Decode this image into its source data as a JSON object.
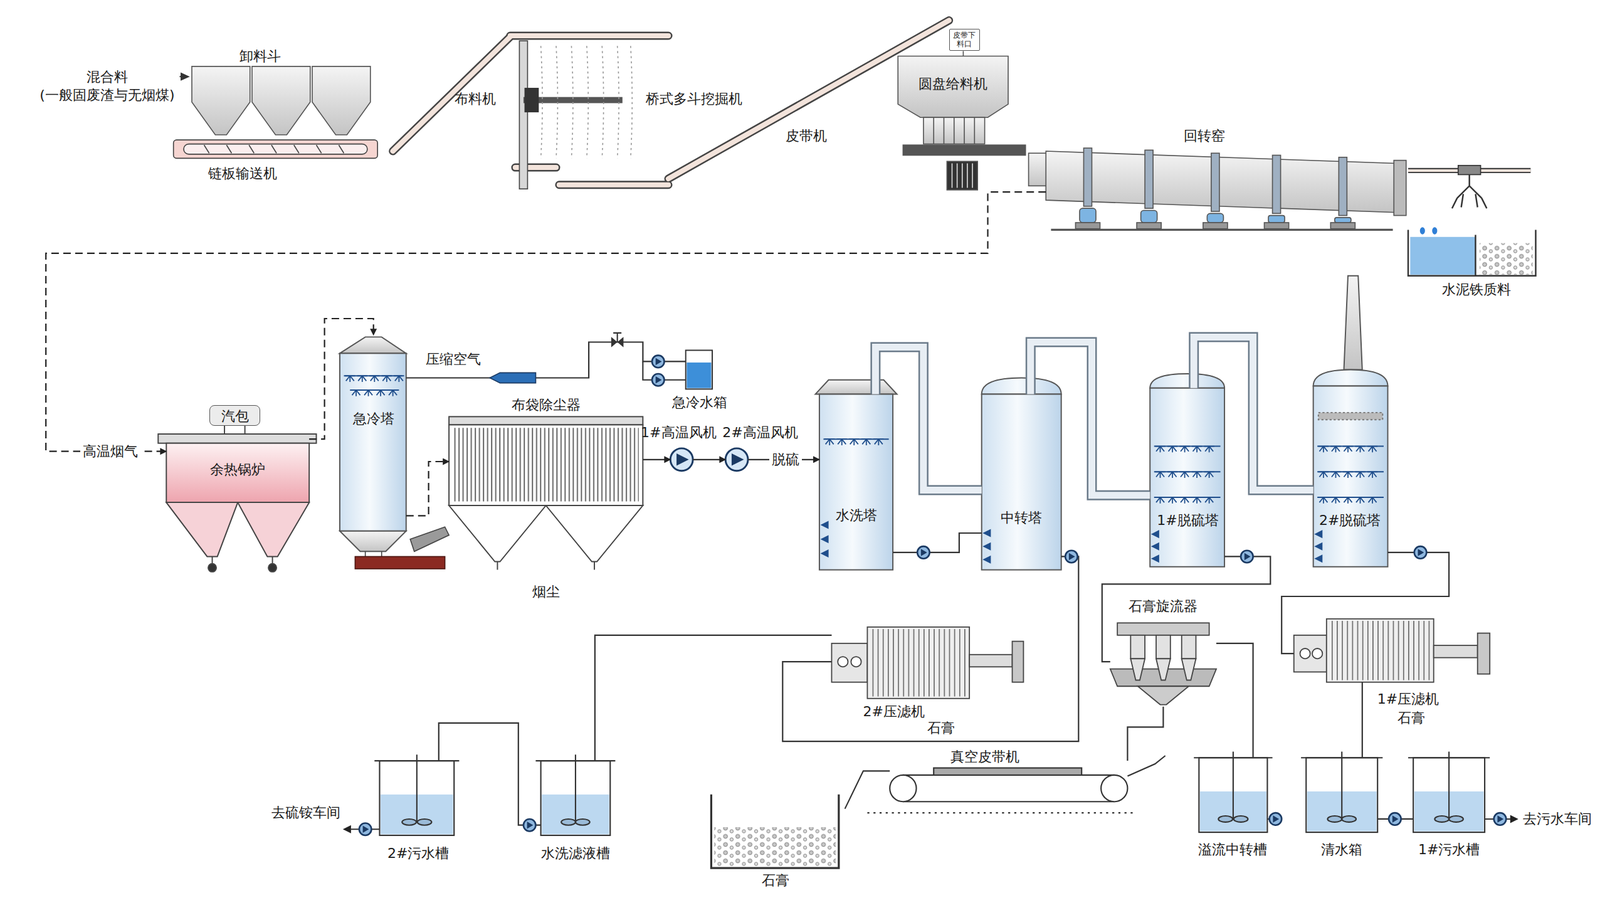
{
  "diagram": {
    "nodes": [
      {
        "text": [
          "卸料斗"
        ]
      },
      {
        "text": [
          "链板输送机"
        ]
      },
      {
        "text": [
          "布料机"
        ]
      },
      {
        "text": [
          "桥式多斗挖掘机"
        ]
      },
      {
        "text": [
          "皮带机"
        ]
      },
      {
        "text": [
          "皮带下料口"
        ]
      },
      {
        "text": [
          "圆盘给料机"
        ]
      },
      {
        "text": [
          "回转窑"
        ]
      },
      {
        "text": [
          "水泥铁质料"
        ]
      },
      {
        "text": [
          "汽包"
        ]
      },
      {
        "text": [
          "余热锅炉"
        ]
      },
      {
        "text": [
          "急冷塔"
        ]
      },
      {
        "text": [
          "急冷水箱"
        ]
      },
      {
        "text": [
          "布袋除尘器"
        ]
      },
      {
        "text": [
          "1#高温风机"
        ]
      },
      {
        "text": [
          "2#高温风机"
        ]
      },
      {
        "text": [
          "水洗塔"
        ]
      },
      {
        "text": [
          "中转塔"
        ]
      },
      {
        "text": [
          "1#脱硫塔"
        ]
      },
      {
        "text": [
          "2#脱硫塔"
        ]
      },
      {
        "text": [
          "2#压滤机",
          "石膏"
        ]
      },
      {
        "text": [
          "石膏旋流器"
        ]
      },
      {
        "text": [
          "1#压滤机",
          "石膏"
        ]
      },
      {
        "text": [
          "真空皮带机"
        ]
      },
      {
        "text": [
          "石膏"
        ]
      },
      {
        "text": [
          "2#污水槽"
        ]
      },
      {
        "text": [
          "水洗滤液槽"
        ]
      },
      {
        "text": [
          "溢流中转槽"
        ]
      },
      {
        "text": [
          "清水箱"
        ]
      },
      {
        "text": [
          "1#污水槽"
        ]
      }
    ],
    "edges": [
      {
        "from": 7,
        "to": 10,
        "arrow": "to",
        "label": "高温烟气"
      },
      {
        "from": 10,
        "to": 11,
        "arrow": "to"
      },
      {
        "from": 11,
        "to": 13,
        "arrow": "to"
      },
      {
        "from": 12,
        "to": 11,
        "arrow": "none"
      },
      {
        "from": 13,
        "to": 14,
        "arrow": "to"
      },
      {
        "from": 14,
        "to": 15,
        "arrow": "to"
      },
      {
        "from": 15,
        "to": 16,
        "arrow": "to",
        "label": "脱硫"
      },
      {
        "from": 16,
        "to": 17,
        "arrow": "none"
      },
      {
        "from": 17,
        "to": 18,
        "arrow": "none"
      },
      {
        "from": 18,
        "to": 19,
        "arrow": "none"
      },
      {
        "from": 16,
        "to": 17,
        "arrow": "none"
      },
      {
        "from": 17,
        "to": 20,
        "arrow": "none"
      },
      {
        "from": 20,
        "to": 26,
        "arrow": "none"
      },
      {
        "from": 26,
        "to": 25,
        "arrow": "none"
      },
      {
        "from": 18,
        "to": 21,
        "arrow": "none"
      },
      {
        "from": 19,
        "to": 22,
        "arrow": "none"
      },
      {
        "from": 21,
        "to": 23,
        "arrow": "none"
      },
      {
        "from": 21,
        "to": 27,
        "arrow": "none"
      },
      {
        "from": 22,
        "to": 28,
        "arrow": "none"
      },
      {
        "from": 28,
        "to": 29,
        "arrow": "none"
      }
    ],
    "labels": [
      "混合料 (一般固废渣与无烟煤)",
      "压缩空气",
      "烟尘",
      "去硫铵车间",
      "去污水车间"
    ]
  }
}
